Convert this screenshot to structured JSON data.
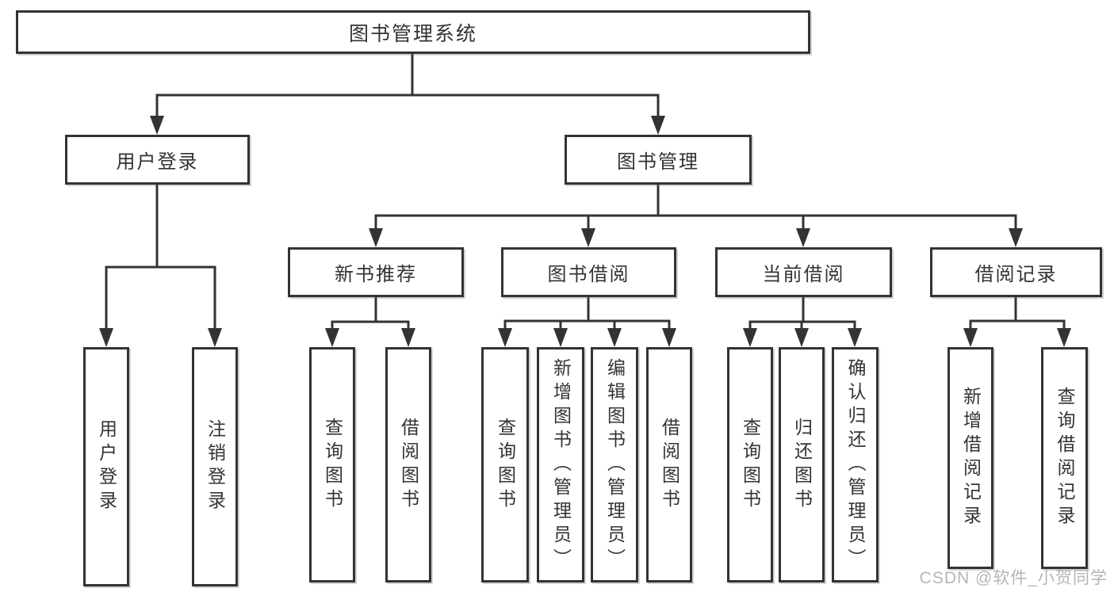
{
  "nodes": {
    "root": "图书管理系统",
    "user_login": "用户登录",
    "book_mgmt": "图书管理",
    "leaf_user_login": "用户登录",
    "leaf_logout": "注销登录",
    "new_book_rec": "新书推荐",
    "book_borrow": "图书借阅",
    "current_borrow": "当前借阅",
    "borrow_records": "借阅记录",
    "nb_query": "查询图书",
    "nb_borrow": "借阅图书",
    "bb_query": "查询图书",
    "bb_add": "新增图书（管理员）",
    "bb_edit": "编辑图书（管理员）",
    "bb_borrow": "借阅图书",
    "cb_query": "查询图书",
    "cb_return": "归还图书",
    "cb_confirm": "确认归还（管理员）",
    "br_add": "新增借阅记录",
    "br_query": "查询借阅记录"
  },
  "watermark": "CSDN @软件_小贺同学",
  "colors": {
    "line": "#333333",
    "text": "#333333",
    "background": "#ffffff",
    "watermark": "#b5b5b5"
  }
}
